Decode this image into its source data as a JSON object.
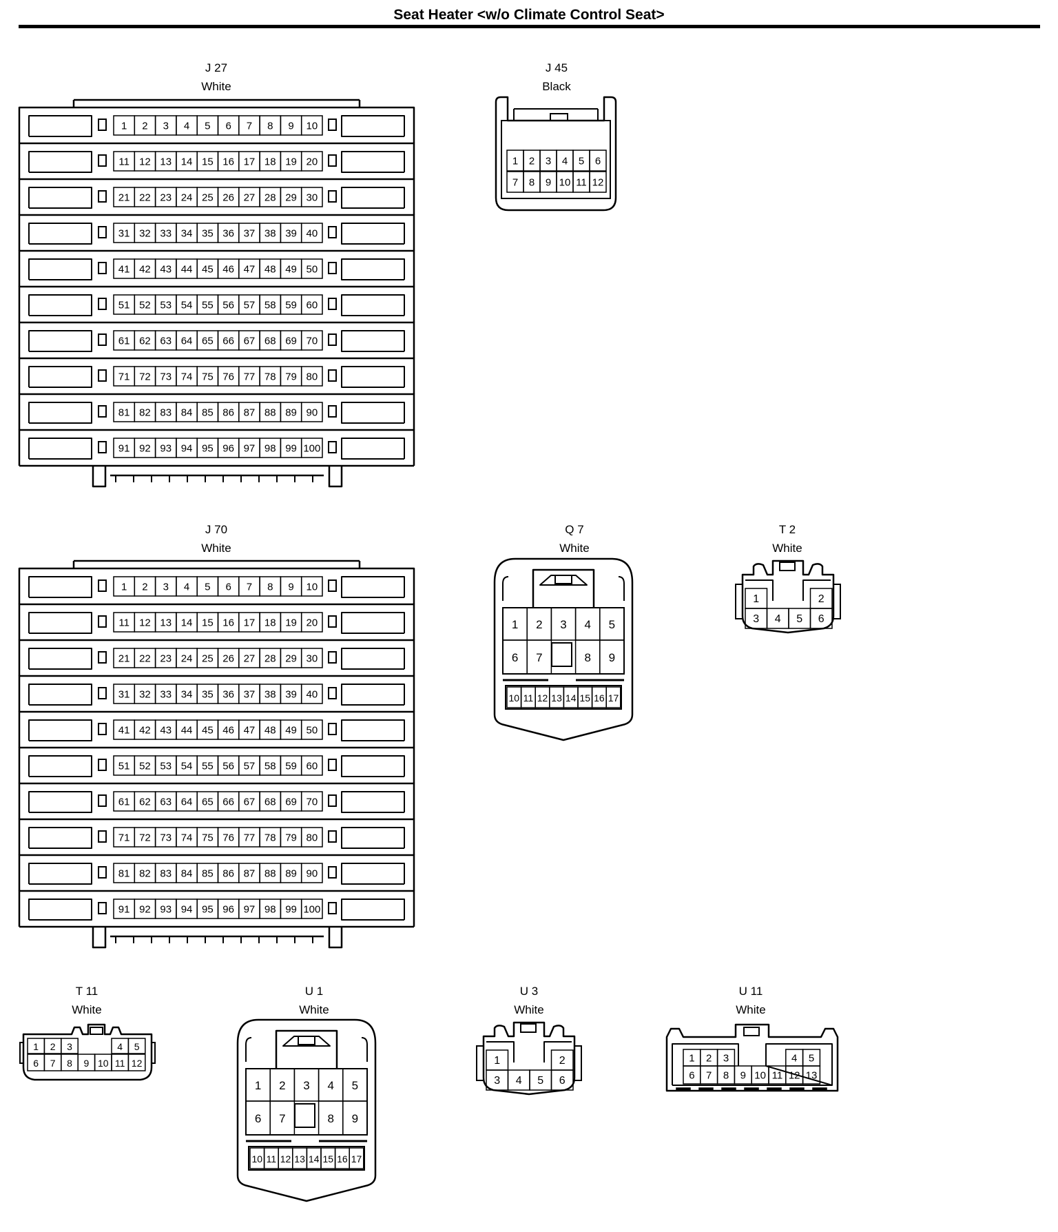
{
  "title": "Seat Heater <w/o Climate Control Seat>",
  "connectors": {
    "j27": {
      "name": "J 27",
      "color": "White"
    },
    "j45": {
      "name": "J 45",
      "color": "Black"
    },
    "j70": {
      "name": "J 70",
      "color": "White"
    },
    "q7": {
      "name": "Q 7",
      "color": "White"
    },
    "t2": {
      "name": "T 2",
      "color": "White"
    },
    "t11": {
      "name": "T 11",
      "color": "White"
    },
    "u1": {
      "name": "U 1",
      "color": "White"
    },
    "u3": {
      "name": "U 3",
      "color": "White"
    },
    "u11": {
      "name": "U 11",
      "color": "White"
    }
  },
  "pins": {
    "j27_count": 100,
    "j70_count": 100,
    "j45": [
      [
        "1",
        "2",
        "3",
        "4",
        "5",
        "6"
      ],
      [
        "7",
        "8",
        "9",
        "10",
        "11",
        "12"
      ]
    ],
    "q7": [
      [
        "1",
        "2",
        "3",
        "4",
        "5"
      ],
      [
        "6",
        "7",
        "",
        "8",
        "9"
      ],
      [
        "10",
        "11",
        "12",
        "13",
        "14",
        "15",
        "16",
        "17"
      ]
    ],
    "u1": [
      [
        "1",
        "2",
        "3",
        "4",
        "5"
      ],
      [
        "6",
        "7",
        "",
        "8",
        "9"
      ],
      [
        "10",
        "11",
        "12",
        "13",
        "14",
        "15",
        "16",
        "17"
      ]
    ],
    "t2": [
      [
        "1",
        "",
        "",
        "2"
      ],
      [
        "3",
        "4",
        "5",
        "6"
      ]
    ],
    "u3": [
      [
        "1",
        "",
        "",
        "2"
      ],
      [
        "3",
        "4",
        "5",
        "6"
      ]
    ],
    "t11": [
      [
        "1",
        "2",
        "3",
        "",
        "4",
        "5"
      ],
      [
        "6",
        "7",
        "8",
        "9",
        "10",
        "11",
        "12"
      ]
    ],
    "u11": [
      [
        "1",
        "2",
        "3",
        "",
        "4",
        "5"
      ],
      [
        "6",
        "7",
        "8",
        "9",
        "10",
        "11",
        "12",
        "13"
      ]
    ]
  }
}
